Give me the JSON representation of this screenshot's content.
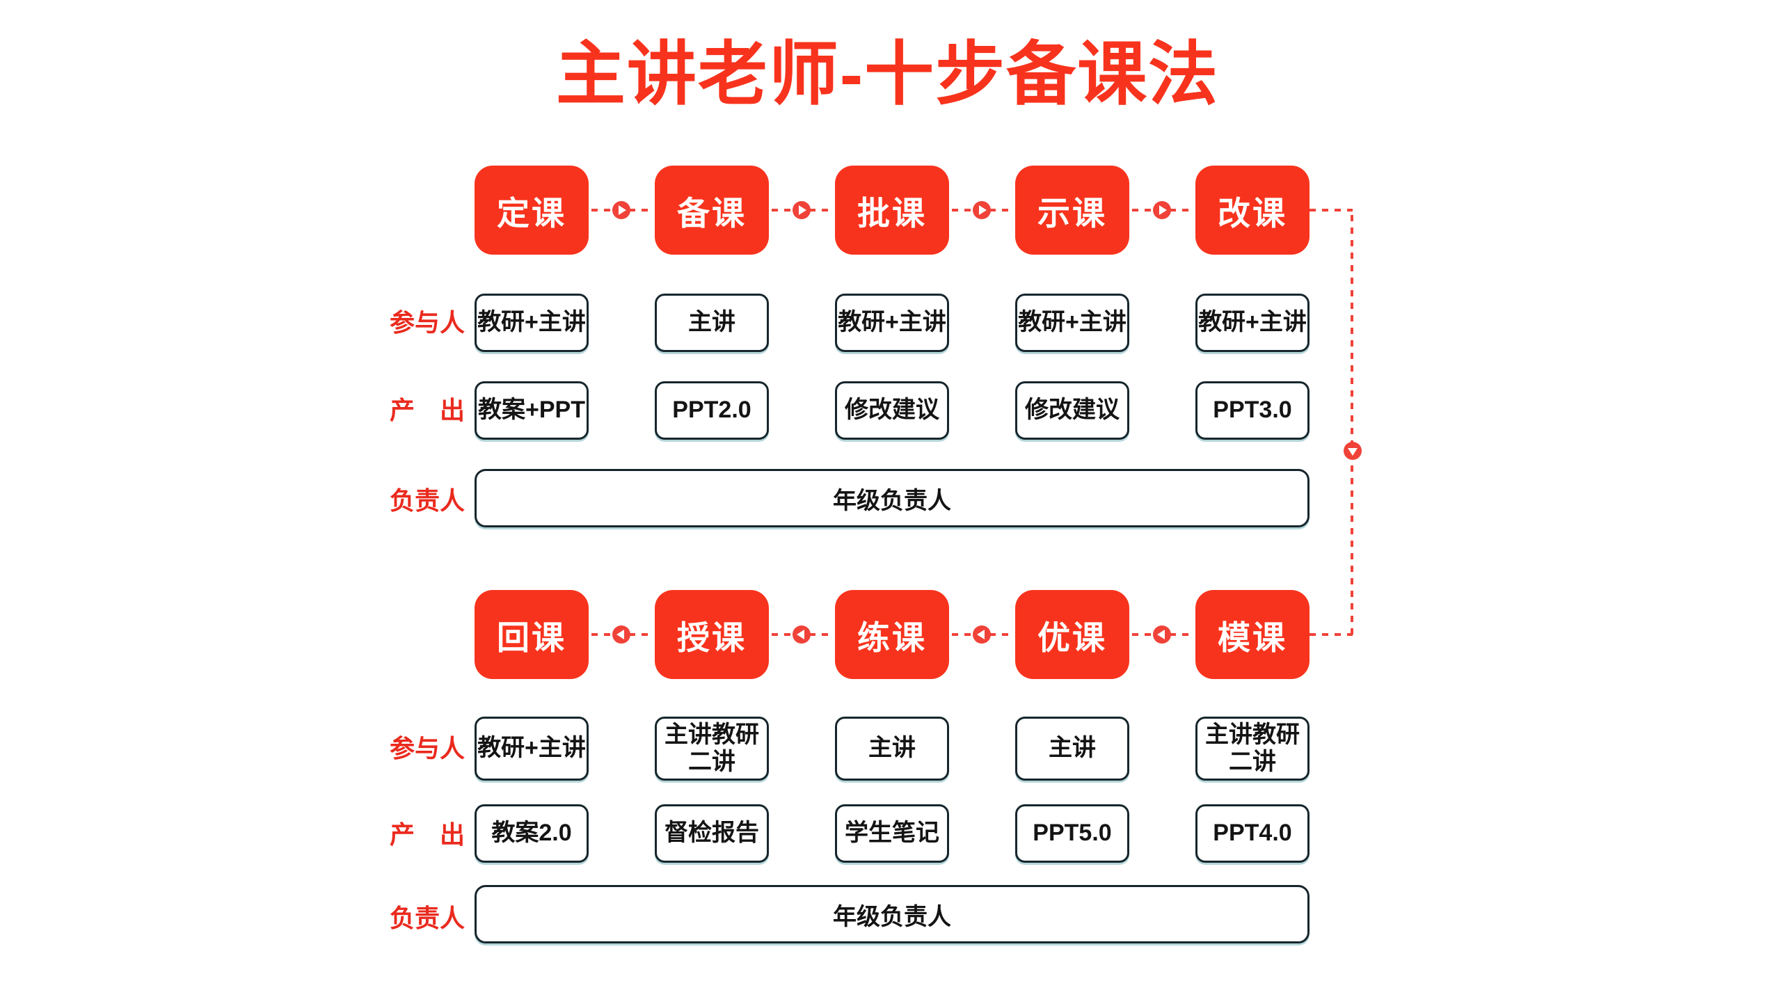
{
  "title": "主讲老师-十步备课法",
  "colors": {
    "accent_red": "#F8331D",
    "connector_red": "#F04238",
    "box_border": "#16262C",
    "text_black": "#141414"
  },
  "row_labels": {
    "participants": "参与人",
    "output": "产　出",
    "owner": "负责人"
  },
  "phase1": {
    "flow_direction": "left-to-right",
    "stages": [
      "定课",
      "备课",
      "批课",
      "示课",
      "改课"
    ],
    "participants": [
      "教研+主讲",
      "主讲",
      "教研+主讲",
      "教研+主讲",
      "教研+主讲"
    ],
    "outputs": [
      "教案+PPT",
      "PPT2.0",
      "修改建议",
      "修改建议",
      "PPT3.0"
    ],
    "owner": "年级负责人"
  },
  "phase2": {
    "flow_direction": "right-to-left",
    "stages": [
      "回课",
      "授课",
      "练课",
      "优课",
      "模课"
    ],
    "participants": [
      "教研+主讲",
      "主讲教研\n二讲",
      "主讲",
      "主讲",
      "主讲教研\n二讲"
    ],
    "outputs": [
      "教案2.0",
      "督检报告",
      "学生笔记",
      "PPT5.0",
      "PPT4.0"
    ],
    "owner": "年级负责人"
  }
}
